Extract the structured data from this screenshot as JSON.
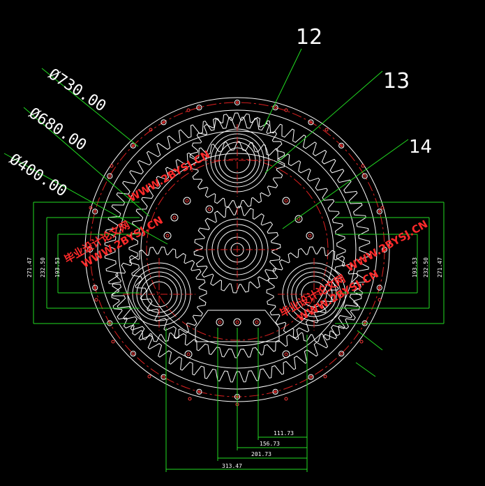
{
  "drawing": {
    "background": "#000000",
    "colors": {
      "outline": "#ffffff",
      "gear": "#ffffff",
      "center_line": "#e02020",
      "dimension": "#22dd22",
      "leader": "#22dd22",
      "hole": "#ff3a3a",
      "watermark": "#ff2a2a"
    },
    "part_labels": [
      "12",
      "13",
      "14"
    ],
    "diameters": [
      "Ø730.00",
      "Ø680.00",
      "Ø400.00"
    ],
    "vertical_dims": {
      "left": [
        "271.47",
        "232.50",
        "193.53"
      ],
      "right": [
        "193.53",
        "232.50",
        "271.47"
      ]
    },
    "horizontal_dims": [
      "111.73",
      "156.73",
      "201.73",
      "313.47"
    ],
    "watermarks": [
      "毕业设计论文网",
      "WWW.2BYSJ.CN"
    ]
  }
}
